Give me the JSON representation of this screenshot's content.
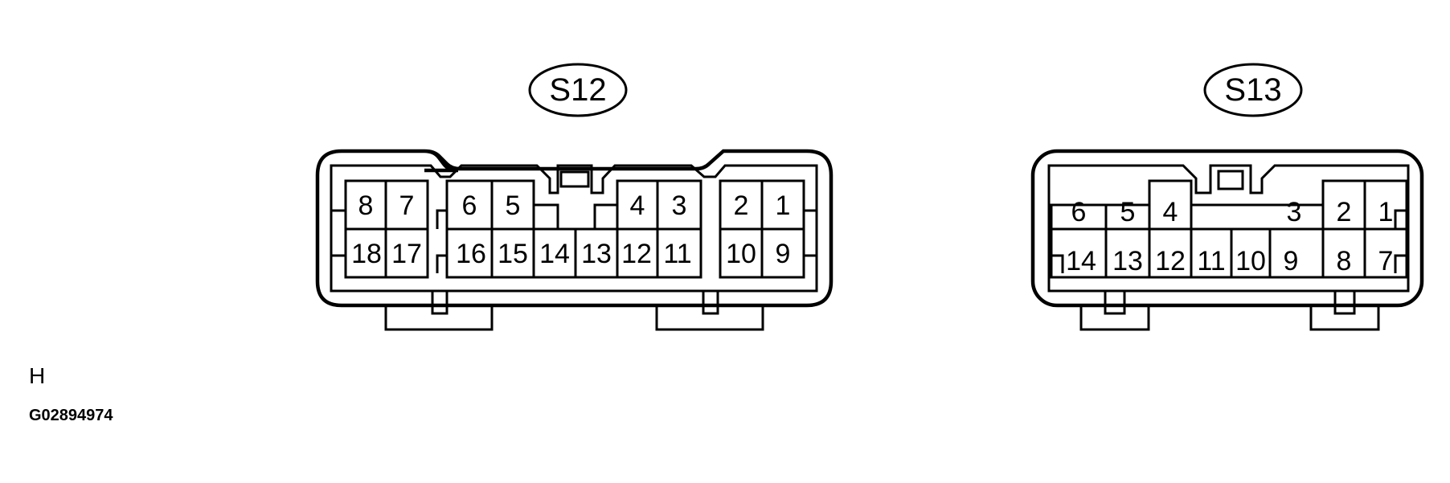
{
  "connectors": [
    {
      "label": "S12",
      "top_pins": [
        "8",
        "7",
        "6",
        "5",
        "4",
        "3",
        "2",
        "1"
      ],
      "bottom_pins": [
        "18",
        "17",
        "16",
        "15",
        "14",
        "13",
        "12",
        "11",
        "10",
        "9"
      ]
    },
    {
      "label": "S13",
      "top_pins": [
        "6",
        "5",
        "4",
        "3",
        "2",
        "1"
      ],
      "bottom_pins": [
        "14",
        "13",
        "12",
        "11",
        "10",
        "9",
        "8",
        "7"
      ]
    }
  ],
  "corner_mark": "H",
  "figure_id": "G02894974"
}
